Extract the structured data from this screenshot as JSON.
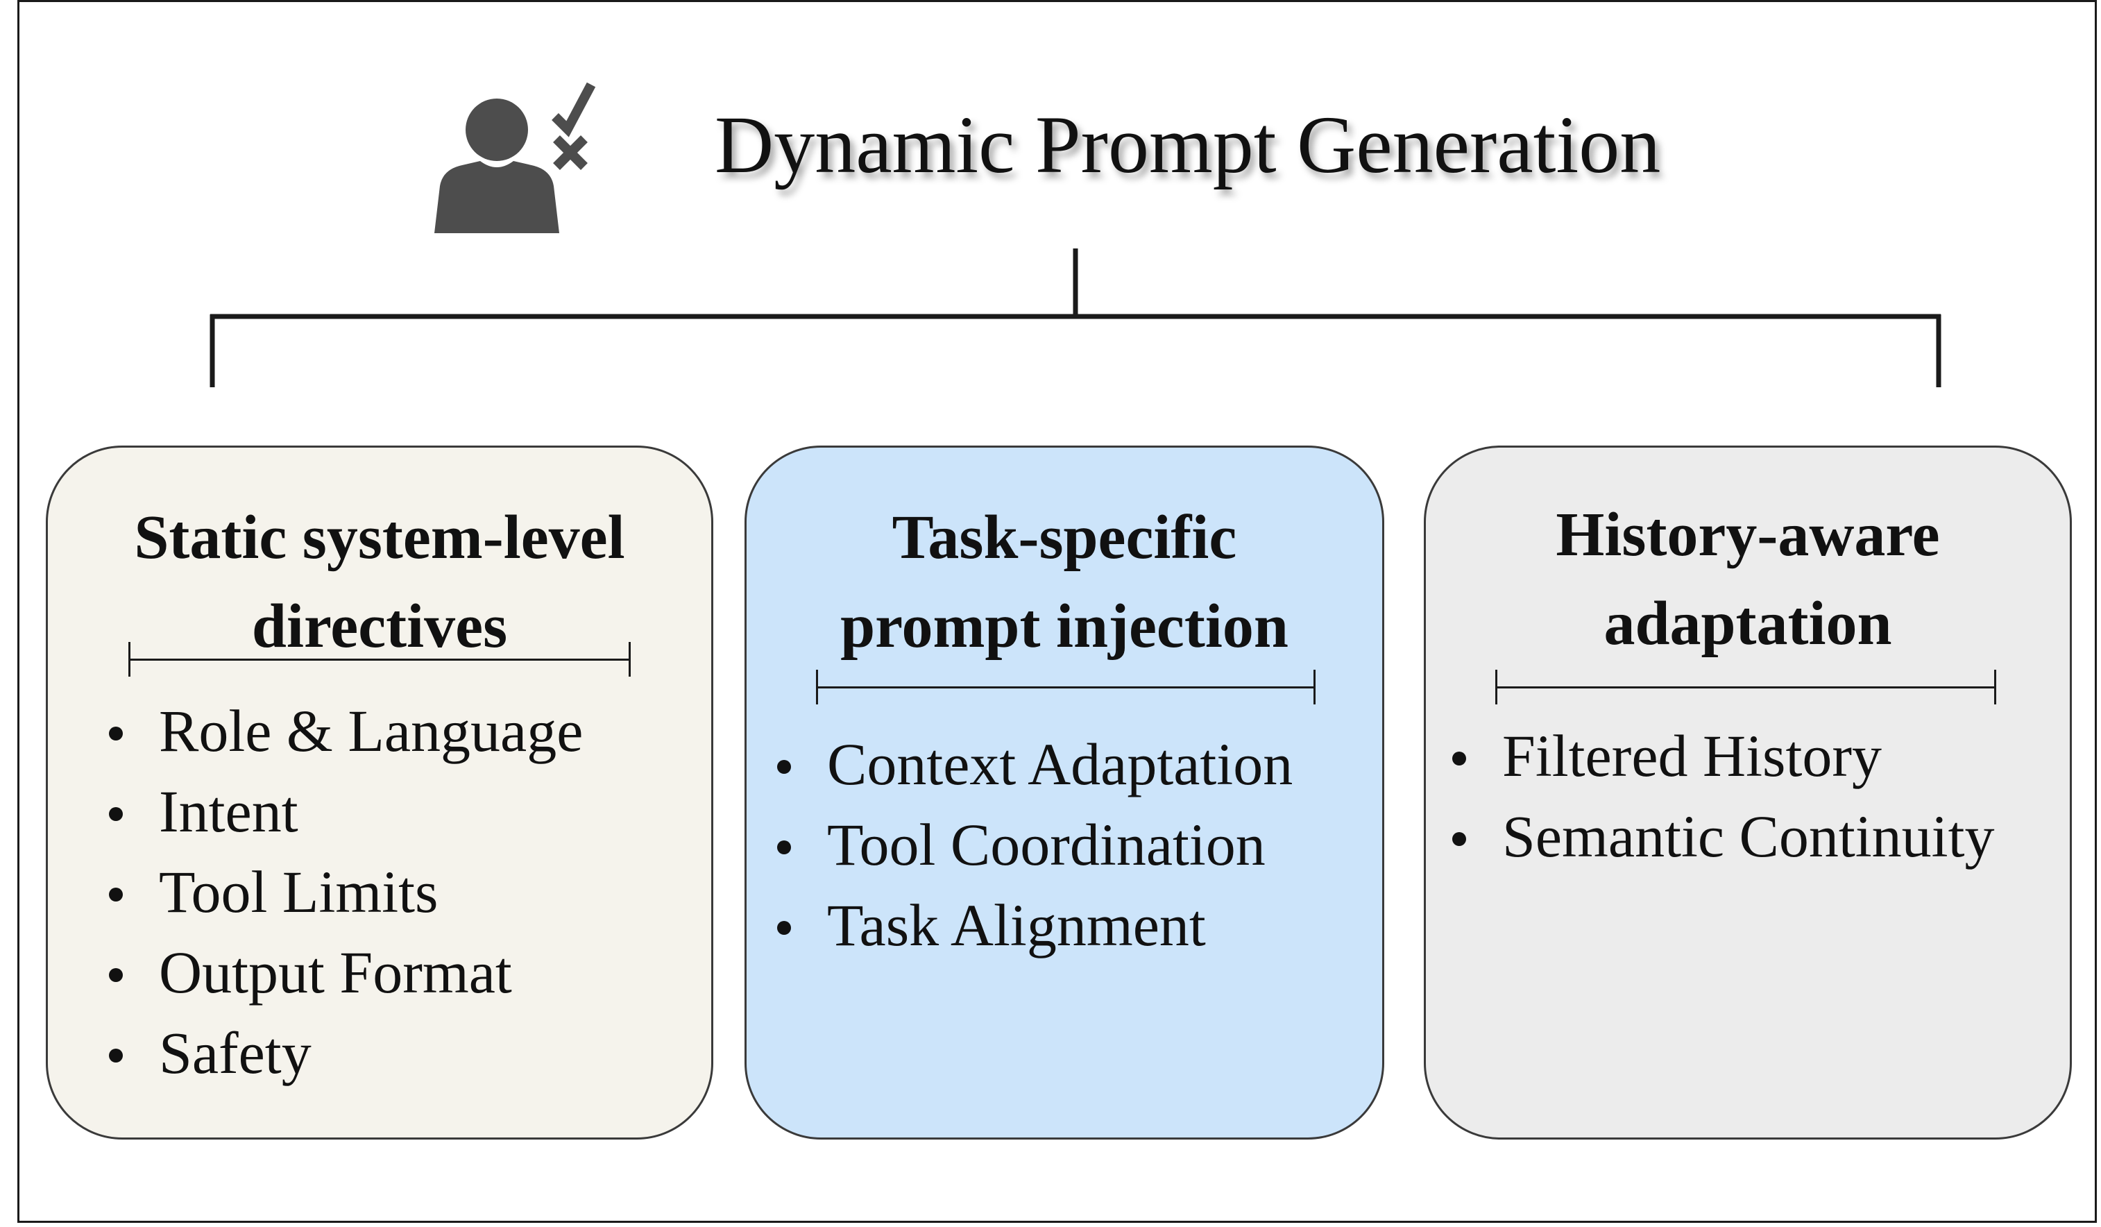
{
  "diagram": {
    "title": "Dynamic Prompt Generation",
    "icon": "person-check-cross-icon",
    "colors": {
      "static_fill": "#f5f3ec",
      "task_fill": "#cce4fa",
      "history_fill": "#ececec",
      "lines": "#1a1a1a",
      "icon": "#4d4d4d"
    },
    "cards": [
      {
        "title_line1": "Static system-level",
        "title_line2": "directives",
        "items": [
          "Role & Language",
          "Intent",
          "Tool Limits",
          "Output Format",
          "Safety"
        ]
      },
      {
        "title_line1": "Task-specific",
        "title_line2": "prompt injection",
        "items": [
          "Context Adaptation",
          "Tool Coordination",
          "Task Alignment"
        ]
      },
      {
        "title_line1": "History-aware",
        "title_line2": "adaptation",
        "items": [
          "Filtered History",
          "Semantic Continuity"
        ]
      }
    ]
  }
}
